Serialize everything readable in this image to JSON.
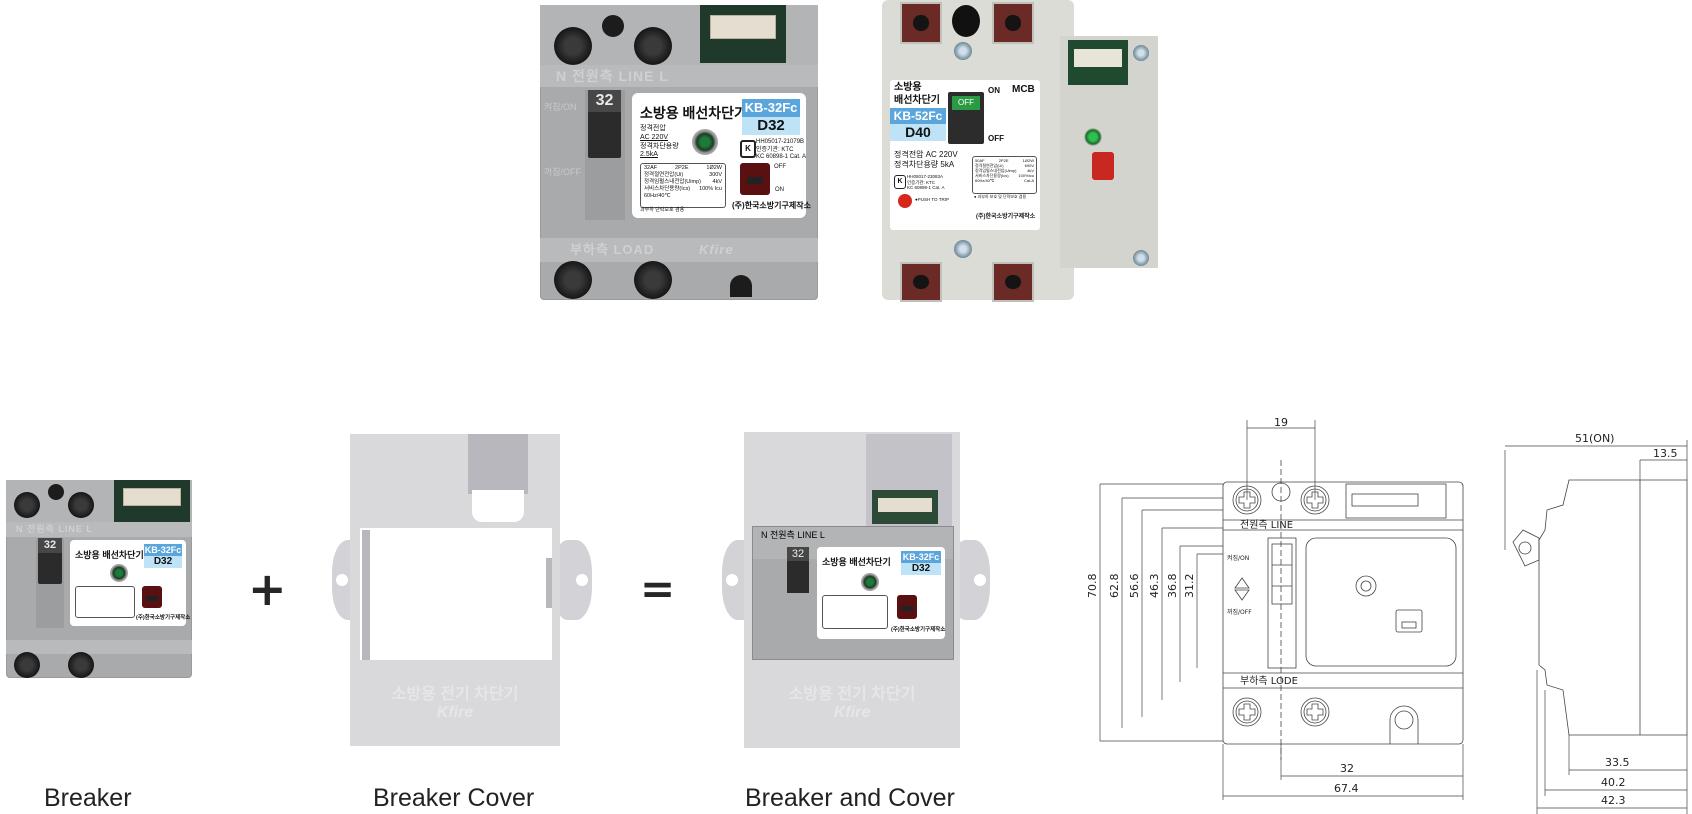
{
  "products": {
    "breaker_32": {
      "title_kr": "소방용 배선차단기",
      "model": "KB-32Fc",
      "rating": "D32",
      "handle_number": "32",
      "top_strip": "N 전원측 LINE L",
      "bottom_strip": "부하측 LOAD",
      "brand_mark": "Kfire",
      "side_on": "켜짐/ON",
      "side_off": "꺼짐/OFF",
      "voltage_label": "정격전압",
      "voltage": "AC 220V",
      "breaking_label": "정격차단용량",
      "breaking": "2.5kA",
      "spec_rows": [
        [
          "32AF",
          "2P2E",
          "1Ø2W"
        ],
        [
          "정격절연전압(Ui)",
          "",
          "300V"
        ],
        [
          "정격임펄스내전압(Uimp)",
          "",
          "4kV"
        ],
        [
          "서비스차단용량(Ics)",
          "",
          "100% Icu"
        ],
        [
          "60Hz/40℃",
          "",
          ""
        ]
      ],
      "note": "과부하 단락보호 겸용",
      "cert_lines": [
        "HH05017-21079B",
        "인증기관: KTC",
        "KC 60898-1 Cat. A"
      ],
      "test_off": "OFF",
      "test_on": "ON",
      "maker": "(주)한국소방기구제작소"
    },
    "breaker_52": {
      "title_kr_1": "소방용",
      "title_kr_2": "배선차단기",
      "type": "MCB",
      "model": "KB-52Fc",
      "rating": "D40",
      "handle_text": "OFF",
      "on_label": "ON",
      "off_label": "OFF",
      "voltage_line": "정격전압 AC 220V",
      "breaking_line": "정격차단용량 5kA",
      "cert_lines": [
        "HH05017-23083A",
        "인증기관: KTC",
        "KC 60898-1 Cat. A"
      ],
      "spec_rows": [
        [
          "50AF",
          "2P2E",
          "1Ø2W"
        ],
        [
          "정격절연전압(Ui)",
          "",
          "690V"
        ],
        [
          "정격임펄스내전압(Uimp)",
          "",
          "4kV"
        ],
        [
          "서비스차단용량(Ics)",
          "",
          "100%Icu"
        ],
        [
          "60Hz/40℃",
          "",
          "Cat.A"
        ]
      ],
      "note": "● 과부하 보호 및 단락보호 겸용",
      "push_to_trip": "●PUSH TO TRIP",
      "maker": "(주)한국소방기구제작소"
    },
    "cover": {
      "emboss_kr": "소방용 전기 차단기",
      "emboss_brand": "Kfire"
    }
  },
  "assembly": {
    "plus": "+",
    "equals": "=",
    "captions": [
      "Breaker",
      "Breaker Cover",
      "Breaker and Cover"
    ]
  },
  "drawing_front": {
    "top_width": "19",
    "heights": [
      "70.8",
      "62.8",
      "56.6",
      "46.3",
      "36.8",
      "31.2"
    ],
    "line_label": "전원측 LINE",
    "load_label": "부하측 LODE",
    "on_label": "켜짐/ON",
    "off_label": "꺼짐/OFF",
    "bottom_widths": [
      "32",
      "67.4"
    ]
  },
  "drawing_side": {
    "top_widths": [
      "51(ON)",
      "13.5"
    ],
    "bottom_widths": [
      "33.5",
      "40.2",
      "42.3"
    ]
  }
}
